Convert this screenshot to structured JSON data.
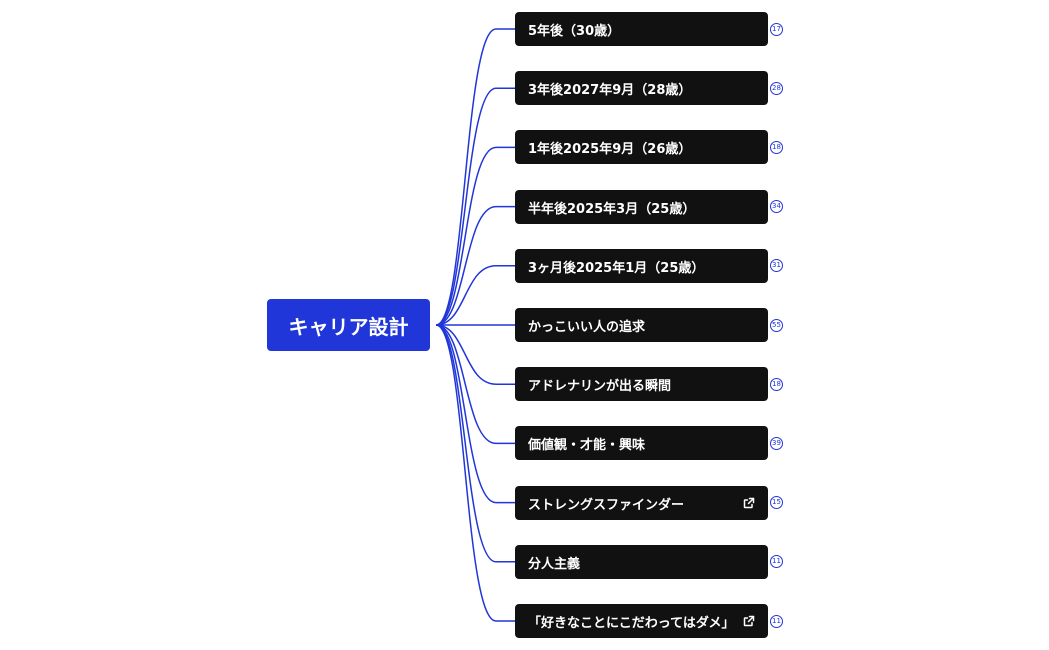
{
  "mindmap": {
    "root": {
      "label": "キャリア設計",
      "color": "#2136d8"
    },
    "connector_color": "#2136d8",
    "node_color": "#111111",
    "children": [
      {
        "label": "5年後（30歳）",
        "count": "17",
        "has_link": false
      },
      {
        "label": "3年後2027年9月（28歳）",
        "count": "28",
        "has_link": false
      },
      {
        "label": "1年後2025年9月（26歳）",
        "count": "18",
        "has_link": false
      },
      {
        "label": "半年後2025年3月（25歳）",
        "count": "34",
        "has_link": false
      },
      {
        "label": "3ヶ月後2025年1月（25歳）",
        "count": "31",
        "has_link": false
      },
      {
        "label": "かっこいい人の追求",
        "count": "55",
        "has_link": false
      },
      {
        "label": "アドレナリンが出る瞬間",
        "count": "18",
        "has_link": false
      },
      {
        "label": "価値観・才能・興味",
        "count": "39",
        "has_link": false
      },
      {
        "label": "ストレングスファインダー",
        "count": "15",
        "has_link": true,
        "link_icon": "external-link-icon"
      },
      {
        "label": "分人主義",
        "count": "11",
        "has_link": false
      },
      {
        "label": "「好きなことにこだわってはダメ」",
        "count": "11",
        "has_link": true,
        "link_icon": "external-link-icon"
      }
    ]
  }
}
